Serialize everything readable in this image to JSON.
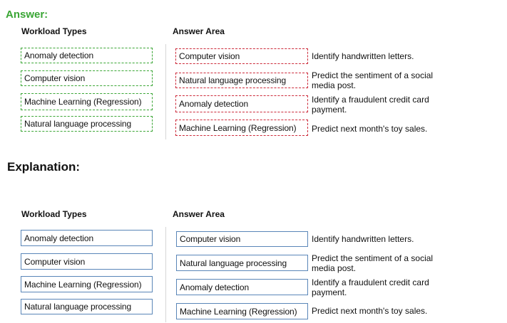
{
  "answer_label": "Answer:",
  "explanation_label": "Explanation:",
  "answer_section": {
    "workload_types_heading": "Workload Types",
    "answer_area_heading": "Answer Area",
    "workload_types": [
      "Anomaly detection",
      "Computer vision",
      "Machine Learning (Regression)",
      "Natural language processing"
    ],
    "answer_rows": [
      {
        "selection": "Computer vision",
        "description_line1": "Identify handwritten letters.",
        "description_line2": ""
      },
      {
        "selection": "Natural language processing",
        "description_line1": "Predict the sentiment of a social",
        "description_line2": "media post."
      },
      {
        "selection": "Anomaly detection",
        "description_line1": "Identify a fraudulent credit card",
        "description_line2": "payment."
      },
      {
        "selection": "Machine Learning (Regression)",
        "description_line1": "Predict next month's toy sales.",
        "description_line2": ""
      }
    ]
  },
  "explanation_section": {
    "workload_types_heading": "Workload Types",
    "answer_area_heading": "Answer Area",
    "workload_types": [
      "Anomaly detection",
      "Computer vision",
      "Machine Learning (Regression)",
      "Natural language processing"
    ],
    "answer_rows": [
      {
        "selection": "Computer vision",
        "description_line1": "Identify handwritten letters.",
        "description_line2": ""
      },
      {
        "selection": "Natural language processing",
        "description_line1": "Predict the sentiment of a social",
        "description_line2": "media post."
      },
      {
        "selection": "Anomaly detection",
        "description_line1": "Identify a fraudulent credit card",
        "description_line2": "payment."
      },
      {
        "selection": "Machine Learning (Regression)",
        "description_line1": "Predict next month's toy sales.",
        "description_line2": ""
      }
    ]
  },
  "colors": {
    "answer_label": "#3aa635",
    "workload_border_answer": "#3aa635",
    "answer_border_answer": "#cc2a3a",
    "border_explanation": "#5a86b8"
  }
}
